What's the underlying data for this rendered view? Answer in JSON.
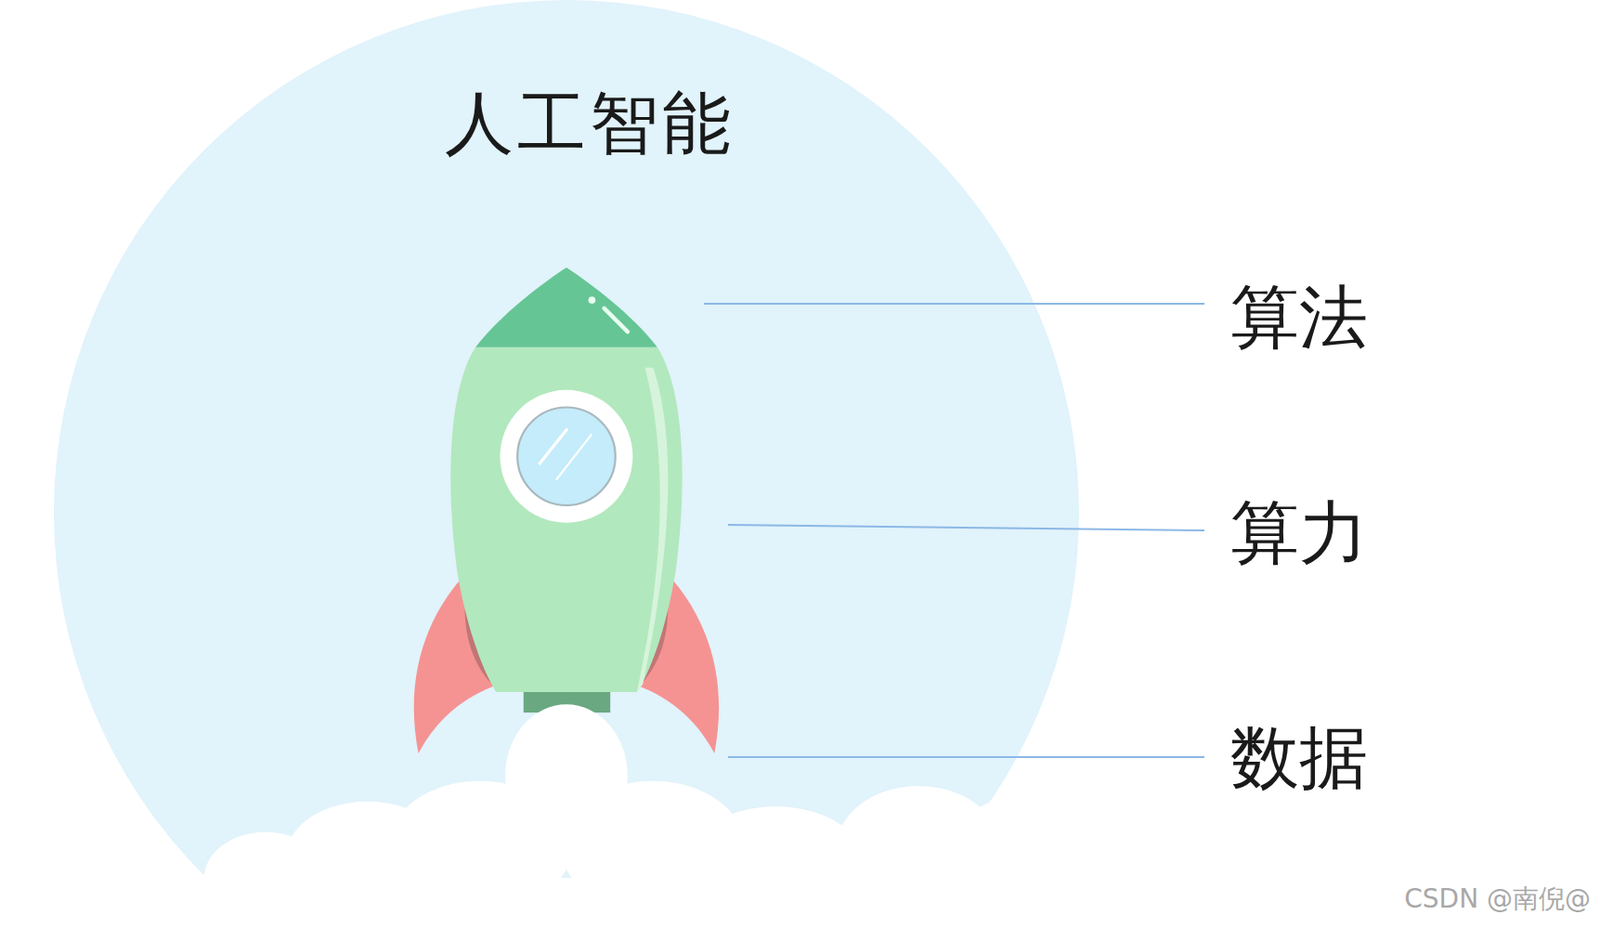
{
  "diagram": {
    "title": "人工智能",
    "labels": [
      "算法",
      "算力",
      "数据",
      "CSDN @南倪@"
    ]
  }
}
